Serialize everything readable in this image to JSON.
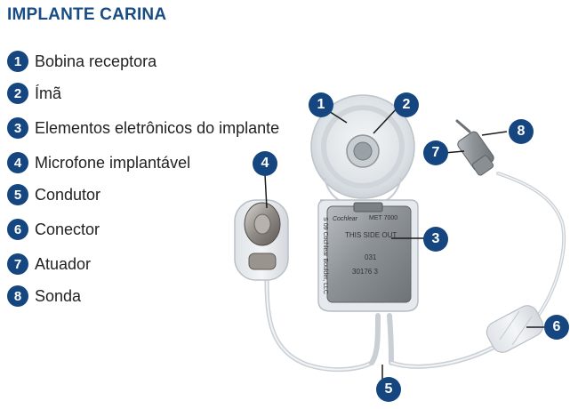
{
  "title": "IMPLANTE CARINA",
  "legend": [
    {
      "num": "1",
      "label": "Bobina receptora"
    },
    {
      "num": "2",
      "label": "Ímã"
    },
    {
      "num": "3",
      "label": "Elementos eletrônicos do implante"
    },
    {
      "num": "4",
      "label": "Microfone implantável"
    },
    {
      "num": "5",
      "label": "Condutor"
    },
    {
      "num": "6",
      "label": "Conector"
    },
    {
      "num": "7",
      "label": "Atuador"
    },
    {
      "num": "8",
      "label": "Sonda"
    }
  ],
  "device_label": {
    "brand": "Cochlear",
    "model": "MET 7000",
    "side": "THIS SIDE OUT",
    "code1": "031",
    "code2": "30176 3",
    "vertical": "S 09 Cochlear Boulder, LLC"
  },
  "colors": {
    "badge": "#15467f",
    "title": "#1a4c84"
  }
}
